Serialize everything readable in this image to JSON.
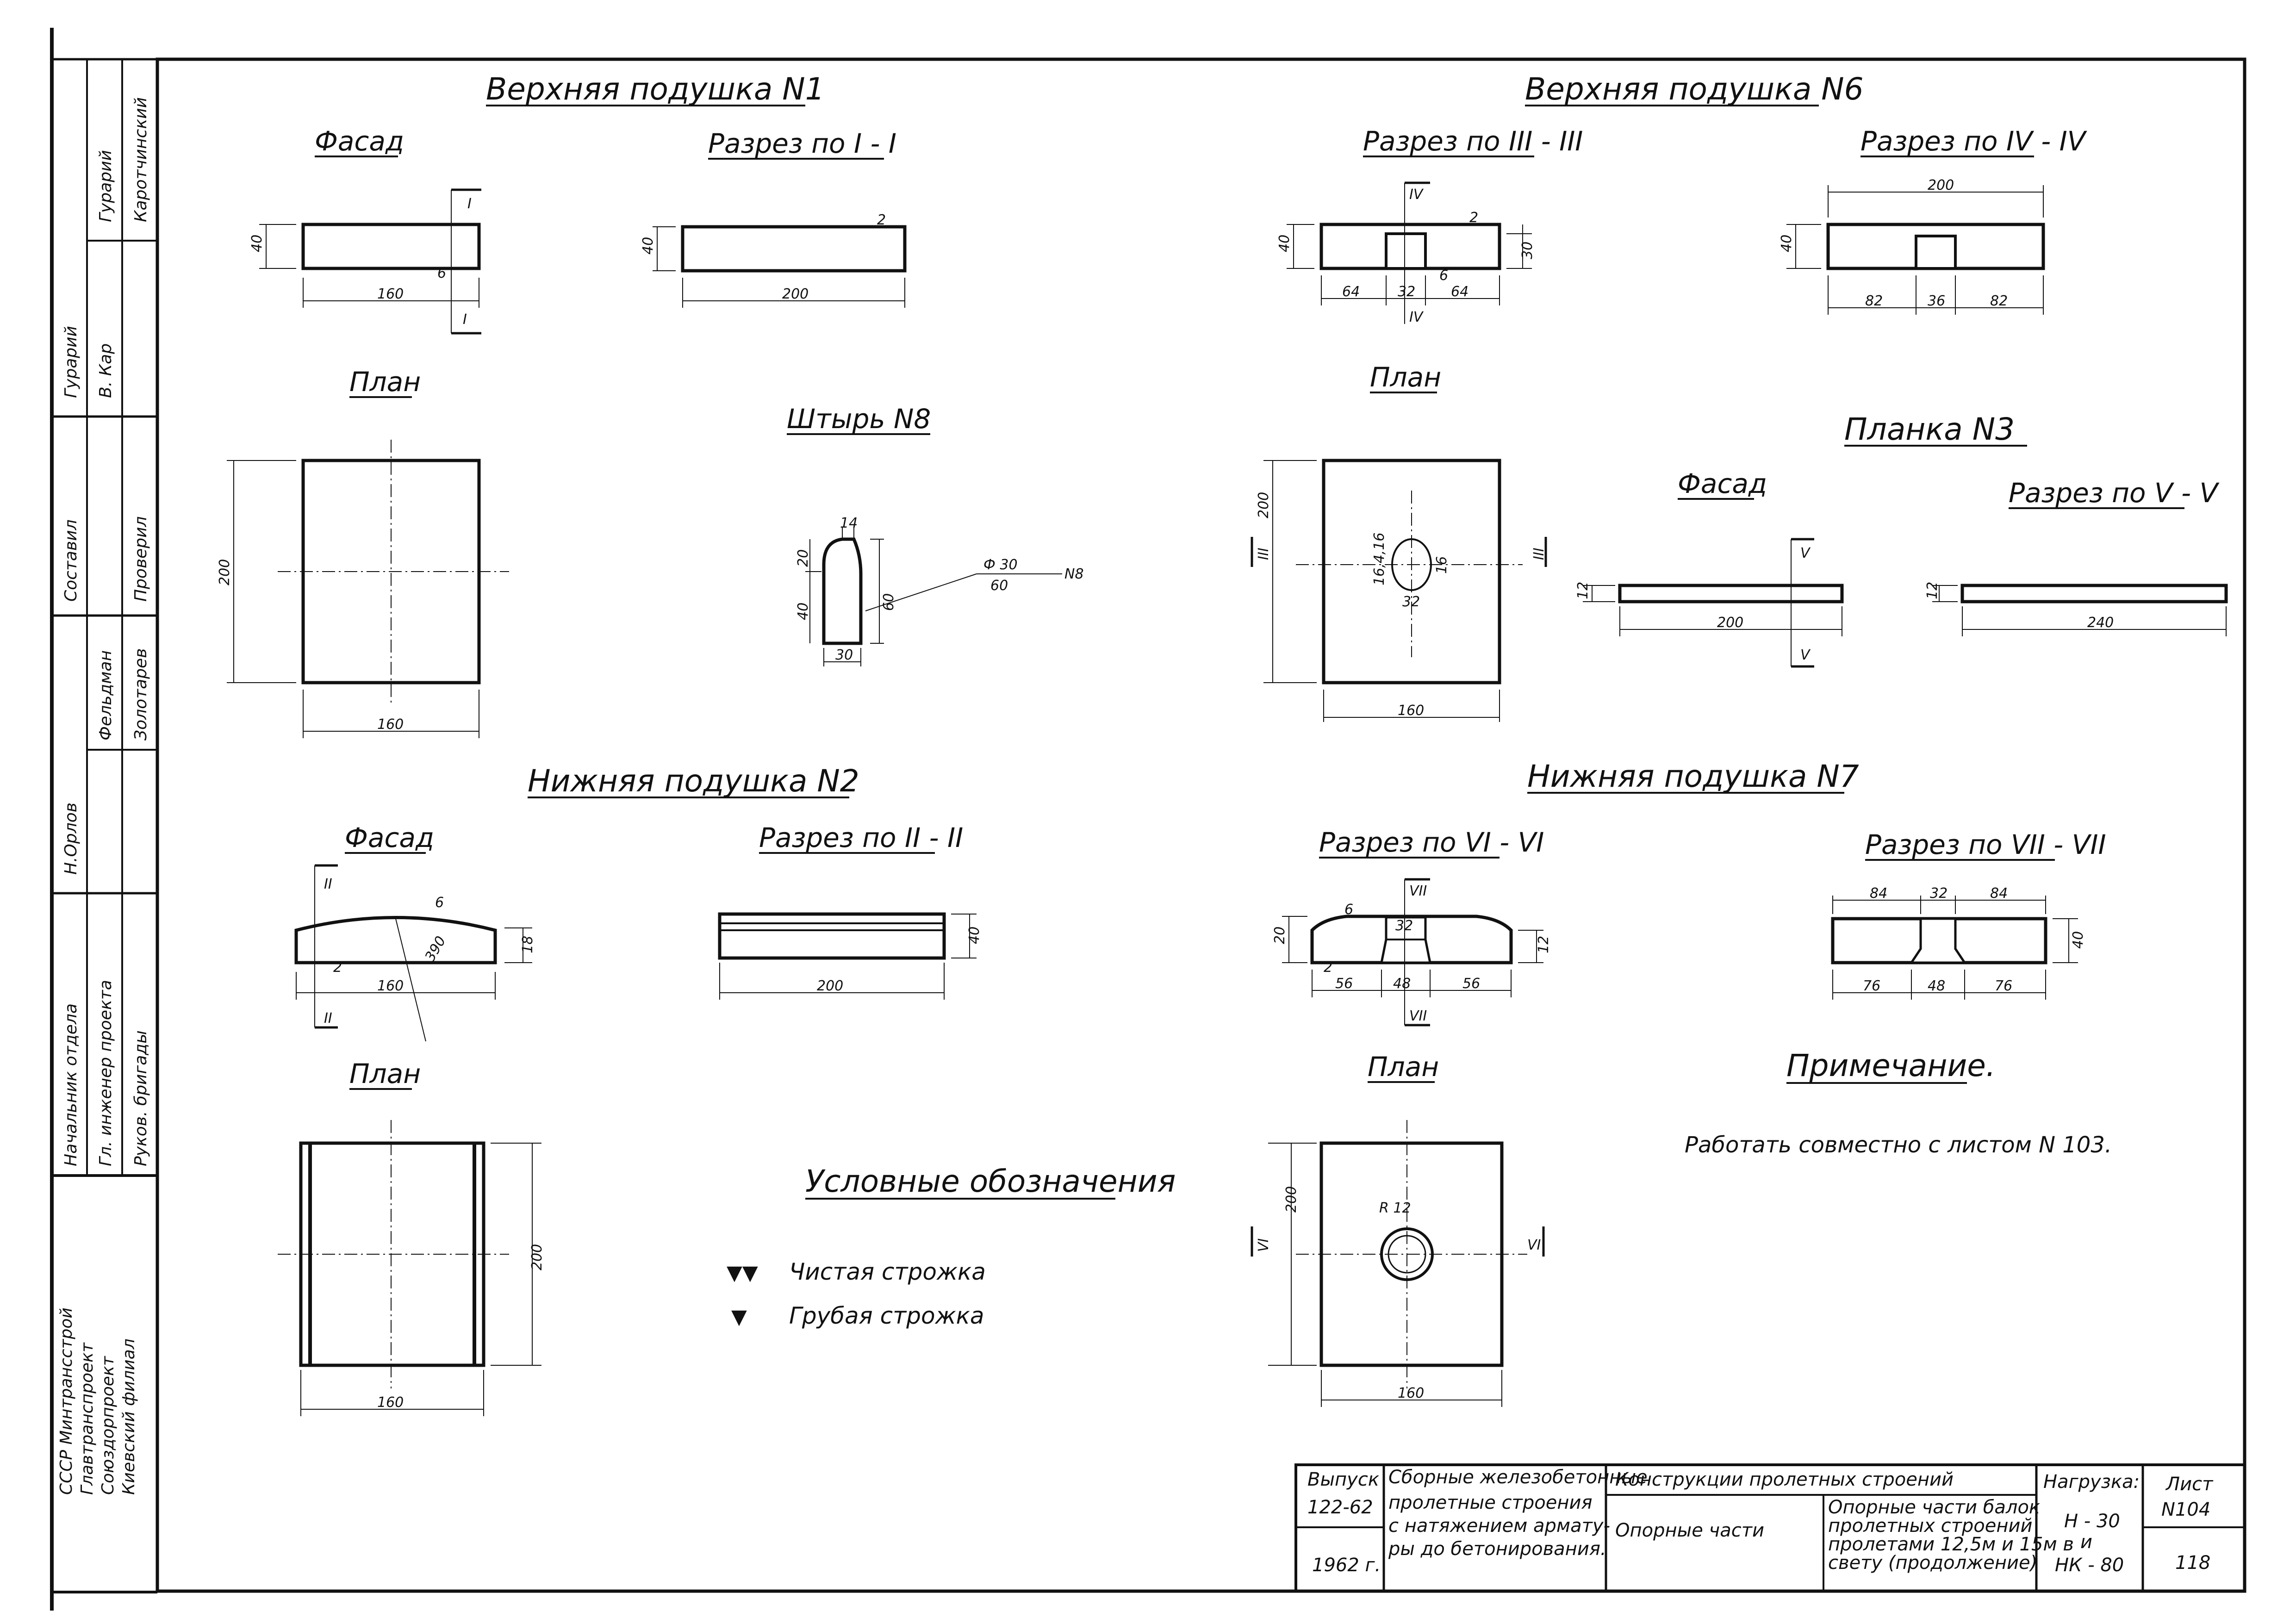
{
  "sections": {
    "pad1": {
      "title": "Верхняя подушка N1",
      "facade": "Фасад",
      "section": "Разрез по I - I",
      "plan": "План"
    },
    "pad6": {
      "title": "Верхняя подушка N6",
      "section3": "Разрез по III - III",
      "section4": "Разрез по IV - IV",
      "plan": "План"
    },
    "pin8": {
      "title": "Штырь N8"
    },
    "bar3": {
      "title": "Планка N3",
      "facade": "Фасад",
      "section": "Разрез по V - V"
    },
    "pad2": {
      "title": "Нижняя подушка N2",
      "facade": "Фасад",
      "section": "Разрез по II - II",
      "plan": "План"
    },
    "pad7": {
      "title": "Нижняя подушка N7",
      "section6": "Разрез по VI - VI",
      "section7": "Разрез по VII - VII",
      "plan": "План"
    }
  },
  "marks": {
    "I": "I",
    "II": "II",
    "III": "III",
    "IV": "IV",
    "V": "V",
    "VI": "VI",
    "VII": "VII"
  },
  "dims": {
    "d40": "40",
    "d160": "160",
    "d200": "200",
    "d6": "6",
    "d2": "2",
    "d30": "30",
    "d64": "64",
    "d32": "32",
    "d82": "82",
    "d36": "36",
    "d12": "12",
    "d240": "240",
    "d20": "20",
    "d14": "14",
    "d60": "60",
    "d390": "390",
    "d18": "18",
    "d56": "56",
    "d48": "48",
    "d84": "84",
    "d76": "76",
    "phi30": "Ф 30",
    "pin_ref": "N8",
    "hole": "16,4,16",
    "hole2": "16",
    "rad": "R 12"
  },
  "legend": {
    "title": "Условные обозначения",
    "items": [
      {
        "symbol": "▼▼",
        "label": "Чистая строжка"
      },
      {
        "symbol": "▼",
        "label": "Грубая строжка"
      }
    ]
  },
  "note": {
    "title": "Примечание.",
    "text": "Работать совместно с листом N 103."
  },
  "stamp": {
    "issue_label": "Выпуск",
    "issue_no": "122-62",
    "year": "1962 г.",
    "project_l1": "Сборные железобетонные",
    "project_l2": "пролетные строения",
    "project_l3": "с натяжением армату-",
    "project_l4": "ры до бетонирования.",
    "category": "Конструкции пролетных строений",
    "part": "Опорные части",
    "desc_l1": "Опорные части балок",
    "desc_l2": "пролетных строений",
    "desc_l3": "пролетами 12,5м и 15м в",
    "desc_l4": "свету (продолжение)",
    "load_label": "Нагрузка:",
    "load_1": "Н - 30",
    "load_2": "и",
    "load_3": "НК - 80",
    "sheet_label": "Лист",
    "sheet_no": "N104",
    "page_no": "118"
  },
  "side_block": {
    "org_l1": "СССР Минтрансстрой",
    "org_l2": "Главтранспроект",
    "org_l3": "Союздорпроект",
    "org_l4": "Киевский филиал",
    "role_1": "Начальник отдела",
    "role_2": "Гл. инженер проекта",
    "role_3": "Руков. бригады",
    "role_4": "Н.Орлов",
    "name_1": "Фельдман",
    "name_2": "Золотарев",
    "role_5": "Составил",
    "role_6": "Проверил",
    "name_3": "Гурарий",
    "name_4": "Каротчинский",
    "sig_1": "Гурарий",
    "sig_2": "В. Кар"
  }
}
